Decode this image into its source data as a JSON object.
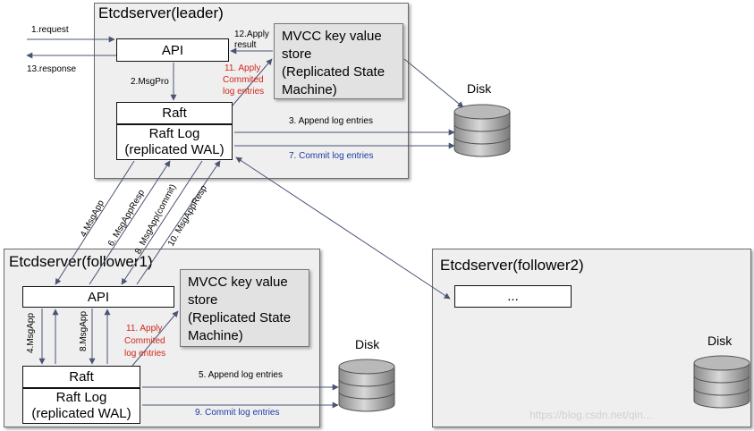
{
  "leader": {
    "title": "Etcdserver(leader)",
    "api": "API",
    "raft": "Raft",
    "raft_log_line1": "Raft Log",
    "raft_log_line2": "(replicated WAL)",
    "mvcc_line1": "MVCC key value",
    "mvcc_line2": "store",
    "mvcc_line3": "(Replicated State",
    "mvcc_line4": "Machine)"
  },
  "follower1": {
    "title": "Etcdserver(follower1)",
    "api": "API",
    "raft": "Raft",
    "raft_log_line1": "Raft Log",
    "raft_log_line2": "(replicated WAL)",
    "mvcc_line1": "MVCC key value",
    "mvcc_line2": "store",
    "mvcc_line3": "(Replicated State",
    "mvcc_line4": "Machine)"
  },
  "follower2": {
    "title": "Etcdserver(follower2)",
    "inner": "..."
  },
  "disk_label": "Disk",
  "labels": {
    "request": "1.request",
    "response": "13.response",
    "msgpro": "2.MsgPro",
    "apply_result_1": "12.Apply",
    "apply_result_2": "result",
    "leader_apply_1": "11. Apply",
    "leader_apply_2": "Commited",
    "leader_apply_3": "log entries",
    "leader_append": "3. Append log entries",
    "leader_commit": "7. Commit log entries",
    "msgapp4": "4.MsgApp",
    "msgappresp6": "6. MsgAppResp",
    "msgappcommit8": "8. MsgApp(commit)",
    "msgappresp10": "10. MsgAppResp",
    "f1_msgapp4": "4.MsgApp",
    "f1_msgapp8": "8.MsgApp",
    "f1_apply_1": "11. Apply",
    "f1_apply_2": "Commited",
    "f1_apply_3": "log entries",
    "f1_append": "5. Append log entries",
    "f1_commit": "9. Commit log entries"
  },
  "watermark": "https://blog.csdn.net/qin...",
  "colors": {
    "red": "#d0261b",
    "blue": "#1f3aa8",
    "arrow": "#4a5473"
  }
}
